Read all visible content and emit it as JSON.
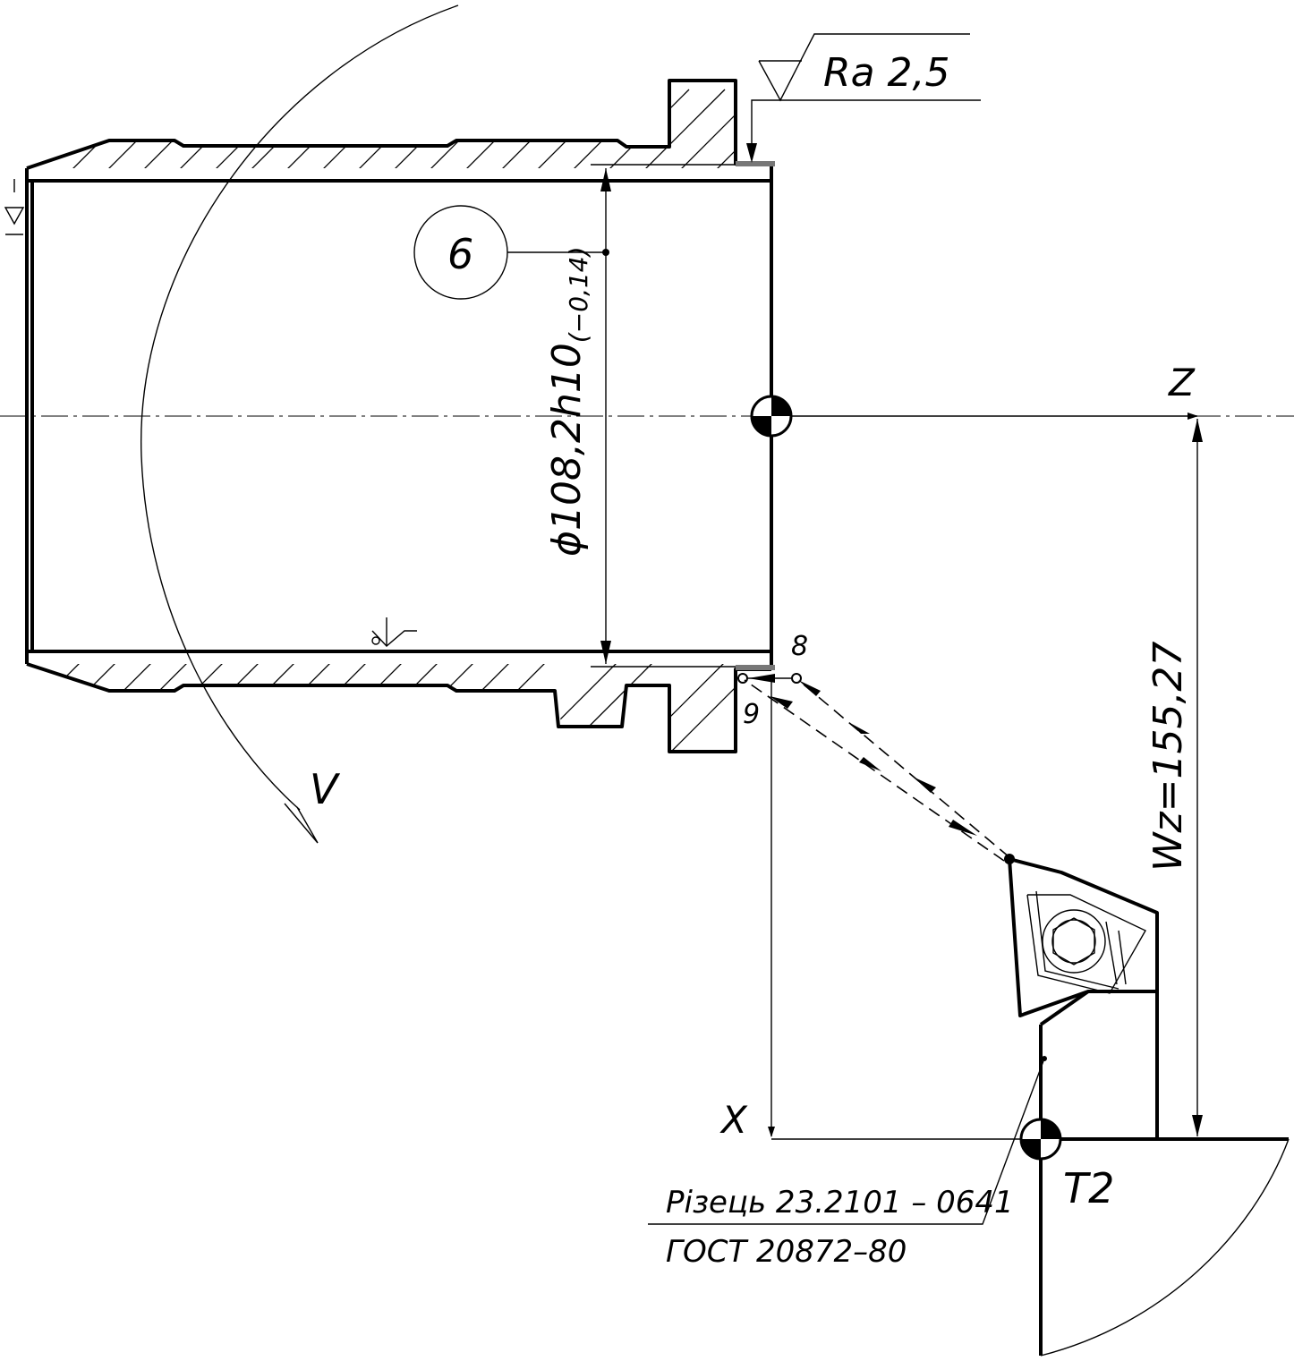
{
  "labels": {
    "roughness": "Ra 2,5",
    "surface_number": "6",
    "diameter": "ϕ108,2h10",
    "diameter_tolerance": "(−0,14)",
    "axis_z": "Z",
    "axis_x": "X",
    "cutting_speed": "V",
    "point_8": "8",
    "point_9": "9",
    "wz_dimension": "Wz=155,27",
    "tool_number": "T2",
    "tool_name": "Різець 23.2101 – 0641",
    "tool_standard": "ГОСТ 20872–80"
  }
}
